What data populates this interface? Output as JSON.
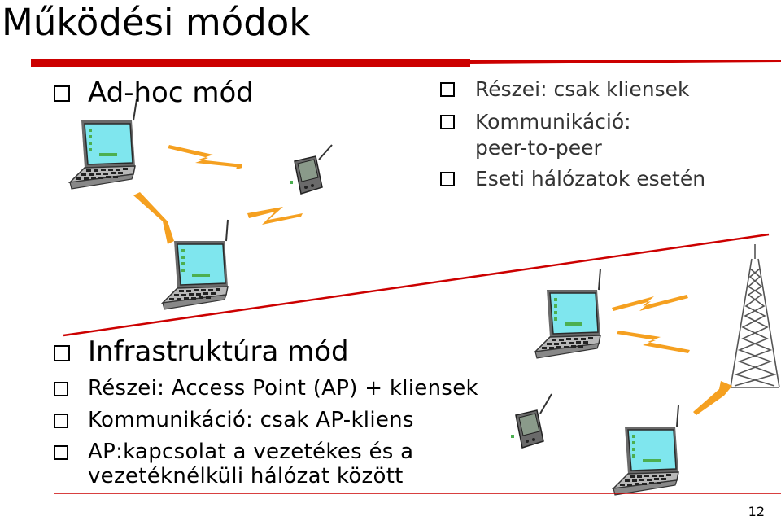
{
  "slide": {
    "title": "Működési módok",
    "page_number": "12"
  },
  "adhoc": {
    "heading": "Ad-hoc mód",
    "points": [
      "Részei: csak kliensek",
      "Kommunikáció:",
      "peer-to-peer",
      "Eseti hálózatok esetén"
    ]
  },
  "infra": {
    "heading": "Infrastruktúra mód",
    "points": [
      "Részei: Access Point (AP) + kliensek",
      "Kommunikáció: csak AP-kliens",
      "AP:kapcsolat a vezetékes és a",
      "vezetéknélküli hálózat között"
    ]
  },
  "colors": {
    "accent_red": "#cc0000",
    "signal_orange": "#f5a020",
    "screen_cyan": "#7fe6ee",
    "laptop_gray": "#b8b8b8"
  }
}
